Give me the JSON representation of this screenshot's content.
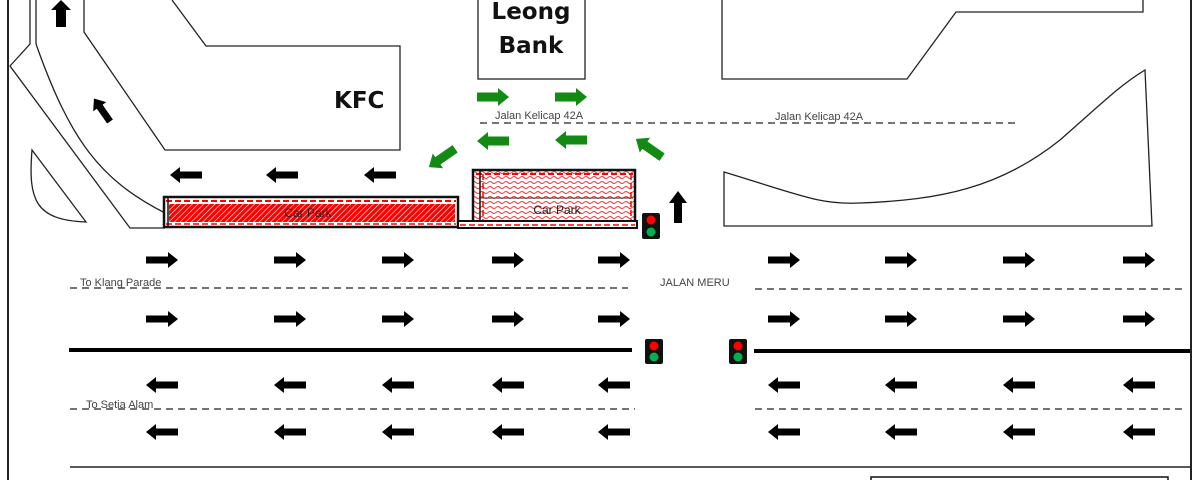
{
  "diagram": {
    "buildings": [
      {
        "id": "kfc",
        "label": "KFC"
      },
      {
        "id": "leong-bank",
        "label_line1": "Leong",
        "label_line2": "Bank"
      }
    ],
    "roads": {
      "side_road_label_left": "Jalan Kelicap 42A",
      "side_road_label_right": "Jalan Kelicap 42A",
      "main_road_label": "JALAN MERU",
      "eastbound_destination": "To Klang Parade",
      "westbound_destination": "To Setia Alam"
    },
    "car_parks": [
      {
        "id": "car-park-1",
        "label": "Car Park"
      },
      {
        "id": "car-park-2",
        "label": "Car Park"
      }
    ],
    "traffic_lights": [
      {
        "id": "tl-car-park-exit",
        "red": "#ff0000",
        "green": "#00b050"
      },
      {
        "id": "tl-median-west",
        "red": "#ff0000",
        "green": "#00b050"
      },
      {
        "id": "tl-median-east",
        "red": "#ff0000",
        "green": "#00b050"
      }
    ],
    "colors": {
      "car_park_fill": "#ff0000",
      "route_arrow": "#138a13",
      "traffic_arrow": "#000000"
    },
    "traffic_arrows": {
      "eastbound_lane1_x": [
        162,
        290,
        398,
        508,
        614,
        784,
        901,
        1019,
        1139
      ],
      "eastbound_lane2_x": [
        162,
        290,
        398,
        508,
        614,
        784,
        901,
        1019,
        1139
      ],
      "westbound_lane1_x": [
        162,
        290,
        398,
        508,
        614,
        784,
        901,
        1019,
        1139
      ],
      "westbound_lane2_x": [
        162,
        290,
        398,
        508,
        614,
        784,
        901,
        1019,
        1139
      ]
    }
  }
}
